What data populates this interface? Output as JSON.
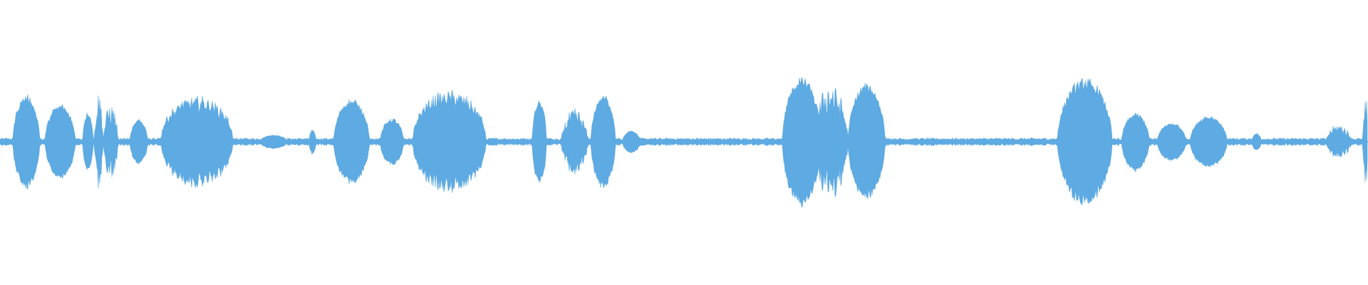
{
  "waveform": {
    "color": "#5eaae2",
    "background": "#ffffff",
    "noise_floor": 0.02,
    "segments": [
      {
        "start": 0.0095,
        "end": 0.029,
        "peak": 0.34,
        "shape": "blob"
      },
      {
        "start": 0.033,
        "end": 0.055,
        "peak": 0.27,
        "shape": "blob"
      },
      {
        "start": 0.0605,
        "end": 0.068,
        "peak": 0.22,
        "shape": "blob"
      },
      {
        "start": 0.069,
        "end": 0.0755,
        "peak": 0.36,
        "shape": "spiky"
      },
      {
        "start": 0.0755,
        "end": 0.0865,
        "peak": 0.28,
        "shape": "spiky"
      },
      {
        "start": 0.095,
        "end": 0.108,
        "peak": 0.16,
        "shape": "blob"
      },
      {
        "start": 0.118,
        "end": 0.17,
        "peak": 0.33,
        "shape": "noisy"
      },
      {
        "start": 0.19,
        "end": 0.21,
        "peak": 0.05,
        "shape": "blob"
      },
      {
        "start": 0.226,
        "end": 0.231,
        "peak": 0.09,
        "shape": "blob"
      },
      {
        "start": 0.244,
        "end": 0.27,
        "peak": 0.31,
        "shape": "blob"
      },
      {
        "start": 0.278,
        "end": 0.295,
        "peak": 0.17,
        "shape": "blob"
      },
      {
        "start": 0.302,
        "end": 0.355,
        "peak": 0.37,
        "shape": "noisy"
      },
      {
        "start": 0.389,
        "end": 0.3995,
        "peak": 0.3,
        "shape": "blob"
      },
      {
        "start": 0.41,
        "end": 0.43,
        "peak": 0.24,
        "shape": "spiky"
      },
      {
        "start": 0.432,
        "end": 0.45,
        "peak": 0.34,
        "shape": "blob"
      },
      {
        "start": 0.455,
        "end": 0.468,
        "peak": 0.08,
        "shape": "blob"
      },
      {
        "start": 0.572,
        "end": 0.6,
        "peak": 0.47,
        "shape": "blob"
      },
      {
        "start": 0.595,
        "end": 0.62,
        "peak": 0.44,
        "shape": "spiky"
      },
      {
        "start": 0.62,
        "end": 0.647,
        "peak": 0.42,
        "shape": "blob"
      },
      {
        "start": 0.773,
        "end": 0.813,
        "peak": 0.46,
        "shape": "blob"
      },
      {
        "start": 0.82,
        "end": 0.84,
        "peak": 0.21,
        "shape": "blob"
      },
      {
        "start": 0.846,
        "end": 0.867,
        "peak": 0.14,
        "shape": "blob"
      },
      {
        "start": 0.87,
        "end": 0.897,
        "peak": 0.19,
        "shape": "blob"
      },
      {
        "start": 0.915,
        "end": 0.922,
        "peak": 0.06,
        "shape": "blob"
      },
      {
        "start": 0.969,
        "end": 0.988,
        "peak": 0.13,
        "shape": "spiky"
      },
      {
        "start": 0.996,
        "end": 1.0,
        "peak": 0.35,
        "shape": "spiky"
      }
    ]
  }
}
